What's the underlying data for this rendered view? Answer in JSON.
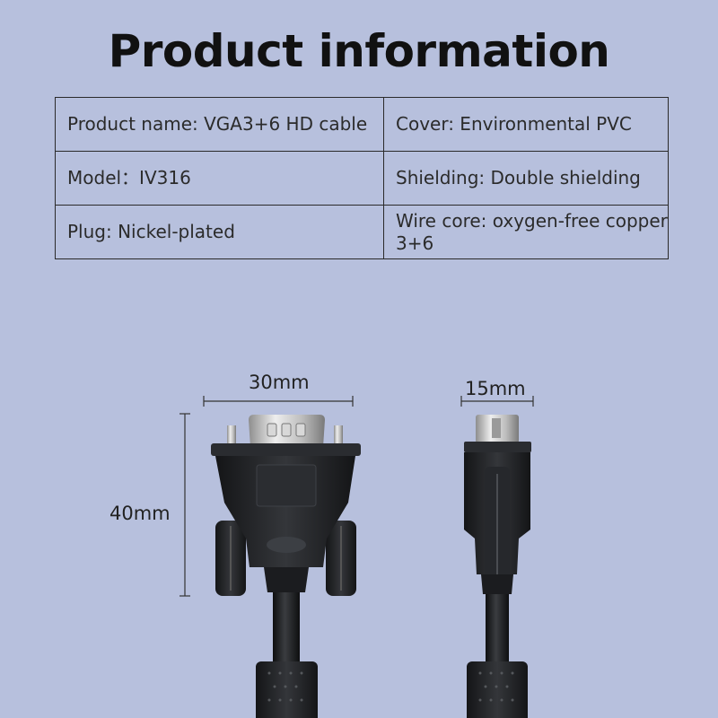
{
  "title": "Product information",
  "table": {
    "rows": [
      [
        "Product name: VGA3+6 HD cable",
        "Cover: Environmental PVC"
      ],
      [
        "Model：IV316",
        "Shielding: Double shielding"
      ],
      [
        "Plug: Nickel-plated",
        "Wire core: oxygen-free copper 3+6"
      ]
    ]
  },
  "dimensions": {
    "front_width": "30mm",
    "side_width": "15mm",
    "height": "40mm"
  },
  "colors": {
    "background": "#b7c0dd",
    "connector_body": "#1d1f22",
    "metal": "#c9c9c9"
  }
}
